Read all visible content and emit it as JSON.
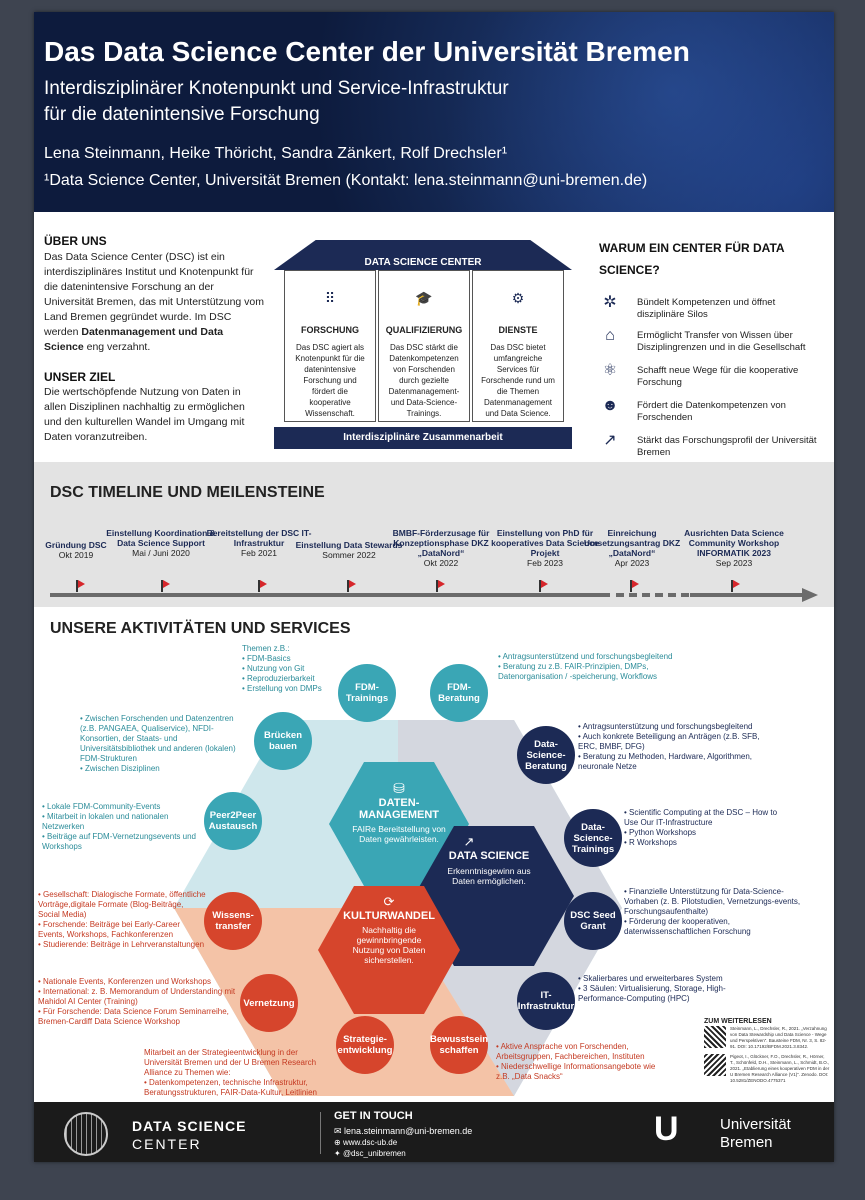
{
  "header": {
    "title": "Das Data Science Center der Universität Bremen",
    "subtitle_line1": "Interdisziplinärer Knotenpunkt und Service-Infrastruktur",
    "subtitle_line2": "für die datenintensive Forschung",
    "authors": "Lena Steinmann, Heike Thöricht, Sandra Zänkert, Rolf Drechsler¹",
    "affiliation": "¹Data Science Center, Universität Bremen (Kontakt: lena.steinmann@uni-bremen.de)"
  },
  "about": {
    "heading": "ÜBER UNS",
    "text": "Das Data Science Center (DSC) ist ein interdisziplinäres Institut und Knotenpunkt für die datenintensive Forschung an der Universität Bremen, das mit Unterstützung vom Land Bremen gegründet wurde. Im DSC werden",
    "text_bold": "Datenmanagement und Data Science",
    "text_end": " eng verzahnt.",
    "goal_heading": "UNSER ZIEL",
    "goal_text": "Die wertschöpfende Nutzung von Daten in allen Disziplinen nachhaltig zu ermöglichen und den kulturellen Wandel im Umgang mit Daten voranzutreiben."
  },
  "house": {
    "roof": "DATA SCIENCE CENTER",
    "pillars": [
      {
        "icon": "grid-icon",
        "glyph": "⠿",
        "title": "FORSCHUNG",
        "text": "Das DSC agiert als Knotenpunkt für die datenintensive Forschung und fördert die kooperative Wissenschaft."
      },
      {
        "icon": "graduation-cap-icon",
        "glyph": "🎓",
        "title": "QUALIFIZIERUNG",
        "text": "Das DSC stärkt die Datenkompetenzen von Forschenden durch gezielte Datenmanagement- und Data-Science-Trainings."
      },
      {
        "icon": "gear-icon",
        "glyph": "⚙",
        "title": "DIENSTE",
        "text": "Das DSC bietet umfangreiche Services für Forschende rund um die Themen Datenmanagement und Data Science."
      }
    ],
    "base": "Interdisziplinäre Zusammenarbeit"
  },
  "why": {
    "heading": "WARUM EIN CENTER FÜR DATA SCIENCE?",
    "items": [
      {
        "icon": "network-icon",
        "glyph": "✲",
        "text": "Bündelt Kompetenzen und öffnet disziplinäre Silos"
      },
      {
        "icon": "bridge-icon",
        "glyph": "⌂",
        "text": "Ermöglicht Transfer von Wissen über Disziplingrenzen und in die Gesellschaft"
      },
      {
        "icon": "molecule-icon",
        "glyph": "⚛",
        "text": "Schafft neue Wege für die kooperative Forschung"
      },
      {
        "icon": "head-gear-icon",
        "glyph": "☻",
        "text": "Fördert die Datenkompetenzen von Forschenden"
      },
      {
        "icon": "chart-up-icon",
        "glyph": "↗",
        "text": "Stärkt das Forschungsprofil der Universität Bremen"
      }
    ]
  },
  "timeline": {
    "heading": "DSC TIMELINE UND MEILENSTEINE",
    "events": [
      {
        "title": "Gründung DSC",
        "date": "Okt 2019"
      },
      {
        "title": "Einstellung Koordination & Data Science Support",
        "date": "Mai / Juni 2020"
      },
      {
        "title": "Bereitstellung der DSC IT-Infrastruktur",
        "date": "Feb 2021"
      },
      {
        "title": "Einstellung Data Stewards",
        "date": "Sommer 2022"
      },
      {
        "title": "BMBF-Förderzusage für Konzeptionsphase DKZ „DataNord“",
        "date": "Okt 2022"
      },
      {
        "title": "Einstellung von PhD für kooperatives Data Science Projekt",
        "date": "Feb 2023"
      },
      {
        "title": "Einreichung Umsetzungsantrag DKZ „DataNord“",
        "date": "Apr 2023"
      },
      {
        "title": "Ausrichten Data Science Community Workshop INFORMATIK 2023",
        "date": "Sep 2023"
      }
    ]
  },
  "activities": {
    "heading": "UNSERE AKTIVITÄTEN UND SERVICES",
    "hex_dm_title": "DATEN-MANAGEMENT",
    "hex_dm_text": "FAIRe Bereitstellung von Daten gewährleisten.",
    "hex_ds_title": "DATA SCIENCE",
    "hex_ds_text": "Erkenntnisgewinn aus Daten ermöglichen.",
    "hex_kw_title": "KULTURWANDEL",
    "hex_kw_text": "Nachhaltig die gewinnbringende Nutzung von Daten sicherstellen.",
    "circles": {
      "fdm_trainings": "FDM-Trainings",
      "fdm_beratung": "FDM-Beratung",
      "bruecken": "Brücken bauen",
      "peer2peer": "Peer2Peer Austausch",
      "ds_beratung": "Data-Science-Beratung",
      "ds_trainings": "Data-Science-Trainings",
      "seed_grant": "DSC Seed Grant",
      "it_infra": "IT-Infrastruktur",
      "wissenstransfer": "Wissens-transfer",
      "vernetzung": "Vernetzung",
      "strategie": "Strategie-entwicklung",
      "bewusstsein": "Bewusstsein schaffen"
    },
    "notes": {
      "themen": "Themen z.B.:\n• FDM-Basics\n• Nutzung von Git\n• Reproduzierbarkeit\n• Erstellung von DMPs",
      "fdm_beratung": "• Antragsunterstützend und forschungsbegleitend\n• Beratung zu z.B. FAIR-Prinzipien, DMPs, Datenorganisation / -speicherung, Workflows",
      "bruecken": "• Zwischen Forschenden und Datenzentren (z.B. PANGAEA, Qualiservice), NFDI-Konsortien, der Staats- und Universitätsbibliothek und anderen (lokalen) FDM-Strukturen\n• Zwischen Disziplinen",
      "peer": "• Lokale FDM-Community-Events\n• Mitarbeit in lokalen und nationalen Netzwerken\n• Beiträge auf FDM-Vernetzungsevents und Workshops",
      "ds_beratung": "• Antragsunterstützung und forschungsbegleitend\n• Auch konkrete Beteiligung an Anträgen (z.B. SFB, ERC, BMBF, DFG)\n• Beratung zu Methoden, Hardware, Algorithmen, neuronale Netze",
      "ds_trainings": "• Scientific Computing at the DSC – How to Use Our IT-Infrastructure\n• Python Workshops\n• R Workshops",
      "seed": "• Finanzielle Unterstützung für Data-Science-Vorhaben (z. B. Pilotstudien, Vernetzungs-events, Forschungsaufenthalte)\n• Förderung der kooperativen, datenwissenschaftlichen Forschung",
      "it": "• Skalierbares und erweiterbares System\n• 3 Säulen: Virtualisierung, Storage, High-Performance-Computing (HPC)",
      "wissens": "• Gesellschaft: Dialogische Formate, öffentliche Vorträge,digitale Formate (Blog-Beiträge, Social Media)\n• Forschende: Beiträge bei Early-Career Events, Workshops, Fachkonferenzen\n• Studierende: Beiträge in Lehrveranstaltungen",
      "vernetzung": "• Nationale Events, Konferenzen und Workshops\n• International: z. B. Memorandum of Understanding mit Mahidol AI Center (Training)\n• Für Forschende: Data Science Forum Seminarreihe, Bremen-Cardiff Data Science Workshop",
      "strategie": "Mitarbeit an der Strategieentwicklung in der Universität Bremen und der U Bremen Research Alliance zu Themen wie:\n• Datenkompetenzen, technische Infrastruktur, Beratungsstrukturen, FAIR-Data-Kultur, Leitlinien",
      "bewusst": "• Aktive Ansprache von Forschenden, Arbeitsgruppen, Fachbereichen, Instituten\n• Niederschwellige Informationsangebote wie z.B. „Data Snacks“"
    },
    "further_heading": "ZUM WEITERLESEN",
    "ref1": "Steinmann, L., Drechsler, R., 2021. „Verzahnung von Data Stewardship und Data Science - Wege und Perspektiven“. Bausteine FDM, Nr. 3, S. 82-91. DOI: 10.17192/BFDM.2021.3.8342.",
    "ref2": "Pigeot, I., Glöckner, F.O., Drechsler, R., Hörner, T., Schönfeld, D.H., Steinmann, L., Schmidt, B.O., 2021. „Etablierung eines kooperativen FDM in der U Bremen Research Alliance (V1)“. Zenodo. DOI: 10.5281/ZENODO.4775371"
  },
  "footer": {
    "logo_line1": "DATA SCIENCE",
    "logo_line2": "CENTER",
    "contact_heading": "GET IN TOUCH",
    "email": "lena.steinmann@uni-bremen.de",
    "web": "www.dsc-ub.de",
    "twitter": "@dsc_unibremen",
    "uni_line1": "Universität",
    "uni_line2": "Bremen"
  }
}
